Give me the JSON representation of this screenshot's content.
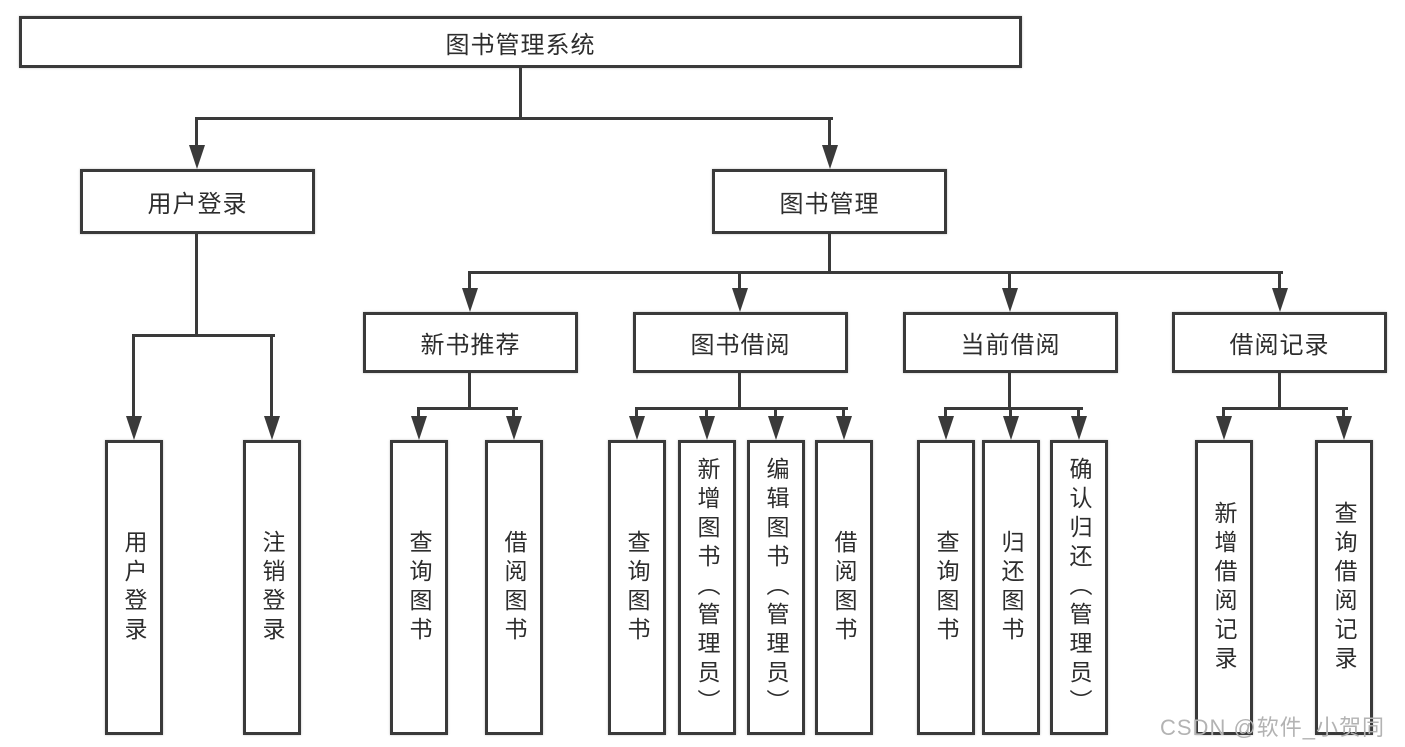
{
  "tree": {
    "label": "图书管理系统",
    "children": [
      {
        "label": "用户登录",
        "children": [
          {
            "label": "用户登录"
          },
          {
            "label": "注销登录"
          }
        ]
      },
      {
        "label": "图书管理",
        "children": [
          {
            "label": "新书推荐",
            "children": [
              {
                "label": "查询图书"
              },
              {
                "label": "借阅图书"
              }
            ]
          },
          {
            "label": "图书借阅",
            "children": [
              {
                "label": "查询图书"
              },
              {
                "label": "新增图书（管理员）"
              },
              {
                "label": "编辑图书（管理员）"
              },
              {
                "label": "借阅图书"
              }
            ]
          },
          {
            "label": "当前借阅",
            "children": [
              {
                "label": "查询图书"
              },
              {
                "label": "归还图书"
              },
              {
                "label": "确认归还（管理员）"
              }
            ]
          },
          {
            "label": "借阅记录",
            "children": [
              {
                "label": "新增借阅记录"
              },
              {
                "label": "查询借阅记录"
              }
            ]
          }
        ]
      }
    ]
  },
  "watermark": {
    "text": "CSDN @软件_小贺同学"
  },
  "colors": {
    "line": "#3a3a3a",
    "box_border": "#3a3a3a",
    "text": "#2d2d2d",
    "watermark": "#b3b3b3",
    "background": "#ffffff"
  }
}
